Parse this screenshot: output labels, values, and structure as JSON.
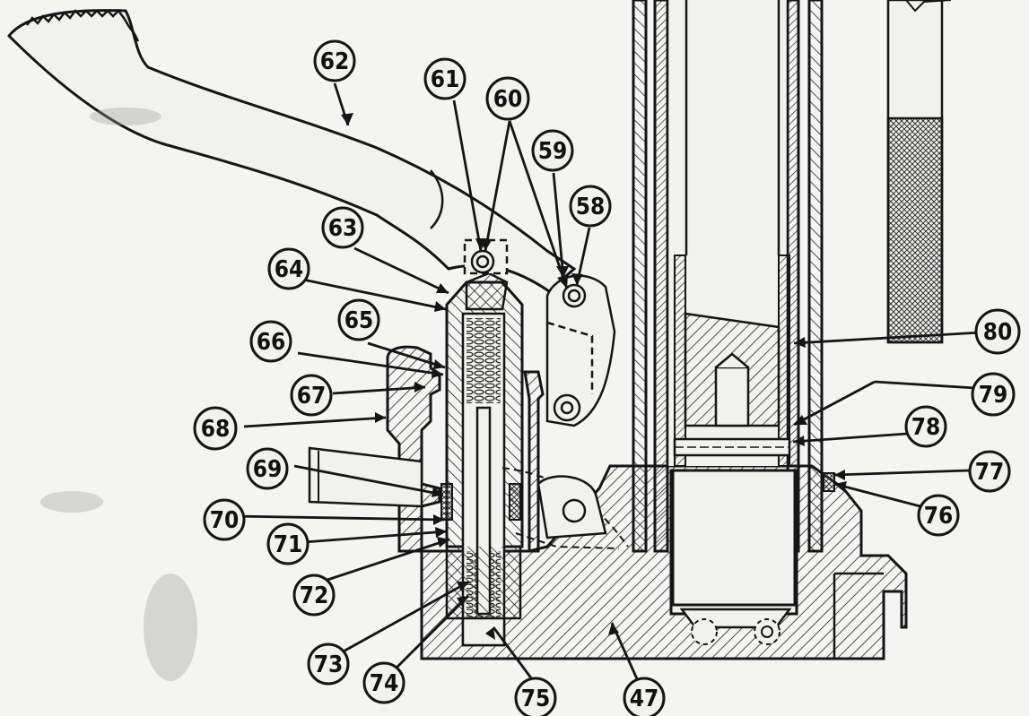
{
  "diagram": {
    "callouts": [
      {
        "id": "62",
        "label": "62"
      },
      {
        "id": "61",
        "label": "61"
      },
      {
        "id": "60",
        "label": "60"
      },
      {
        "id": "59",
        "label": "59"
      },
      {
        "id": "58",
        "label": "58"
      },
      {
        "id": "63",
        "label": "63"
      },
      {
        "id": "64",
        "label": "64"
      },
      {
        "id": "65",
        "label": "65"
      },
      {
        "id": "66",
        "label": "66"
      },
      {
        "id": "67",
        "label": "67"
      },
      {
        "id": "68",
        "label": "68"
      },
      {
        "id": "69",
        "label": "69"
      },
      {
        "id": "70",
        "label": "70"
      },
      {
        "id": "71",
        "label": "71"
      },
      {
        "id": "72",
        "label": "72"
      },
      {
        "id": "73",
        "label": "73"
      },
      {
        "id": "74",
        "label": "74"
      },
      {
        "id": "75",
        "label": "75"
      },
      {
        "id": "47",
        "label": "47"
      },
      {
        "id": "76",
        "label": "76"
      },
      {
        "id": "77",
        "label": "77"
      },
      {
        "id": "78",
        "label": "78"
      },
      {
        "id": "79",
        "label": "79"
      },
      {
        "id": "80",
        "label": "80"
      }
    ]
  },
  "colors": {
    "ink": "#151515",
    "paper": "#f4f4f2",
    "circle_fill": "#f1f1ee"
  }
}
